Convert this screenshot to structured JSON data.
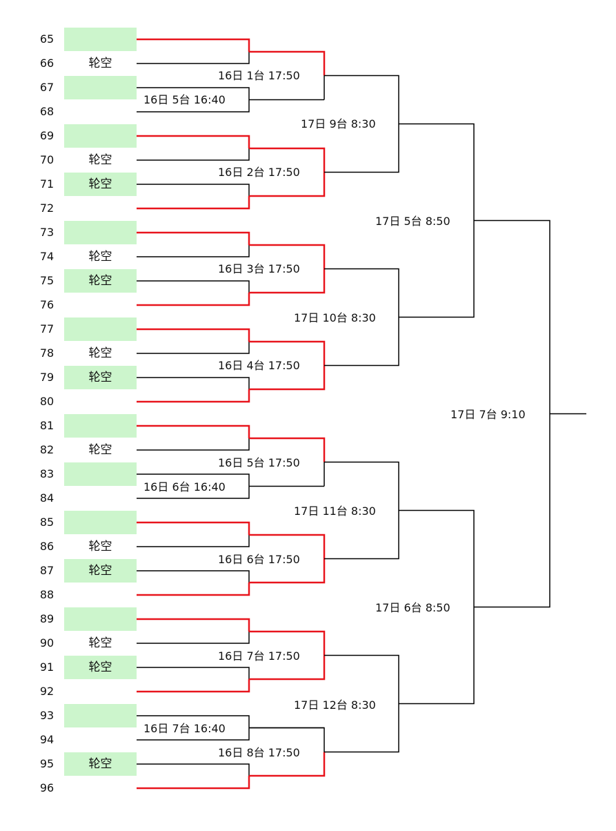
{
  "seeds": [
    "65",
    "66",
    "67",
    "68",
    "69",
    "70",
    "71",
    "72",
    "73",
    "74",
    "75",
    "76",
    "77",
    "78",
    "79",
    "80",
    "81",
    "82",
    "83",
    "84",
    "85",
    "86",
    "87",
    "88",
    "89",
    "90",
    "91",
    "92",
    "93",
    "94",
    "95",
    "96"
  ],
  "bye_text": "轮空",
  "colors": {
    "win_line": "#e8141c",
    "line": "#000000",
    "box_fill": "#ccf5cc"
  },
  "match_labels": {
    "a_1": "16日 5台 16:40",
    "a_2": "16日 6台 16:40",
    "a_3": "16日 7台 16:40",
    "b_1": "16日 1台 17:50",
    "b_2": "16日 2台 17:50",
    "b_3": "16日 3台 17:50",
    "b_4": "16日 4台 17:50",
    "b_5": "16日 5台 17:50",
    "b_6": "16日 6台 17:50",
    "b_7": "16日 7台 17:50",
    "b_8": "16日 8台 17:50",
    "c_1": "17日 9台 8:30",
    "c_2": "17日 10台 8:30",
    "c_3": "17日 11台 8:30",
    "c_4": "17日 12台 8:30",
    "d_1": "17日 5台 8:50",
    "d_2": "17日 6台 8:50",
    "final": "17日 7台 9:10"
  }
}
